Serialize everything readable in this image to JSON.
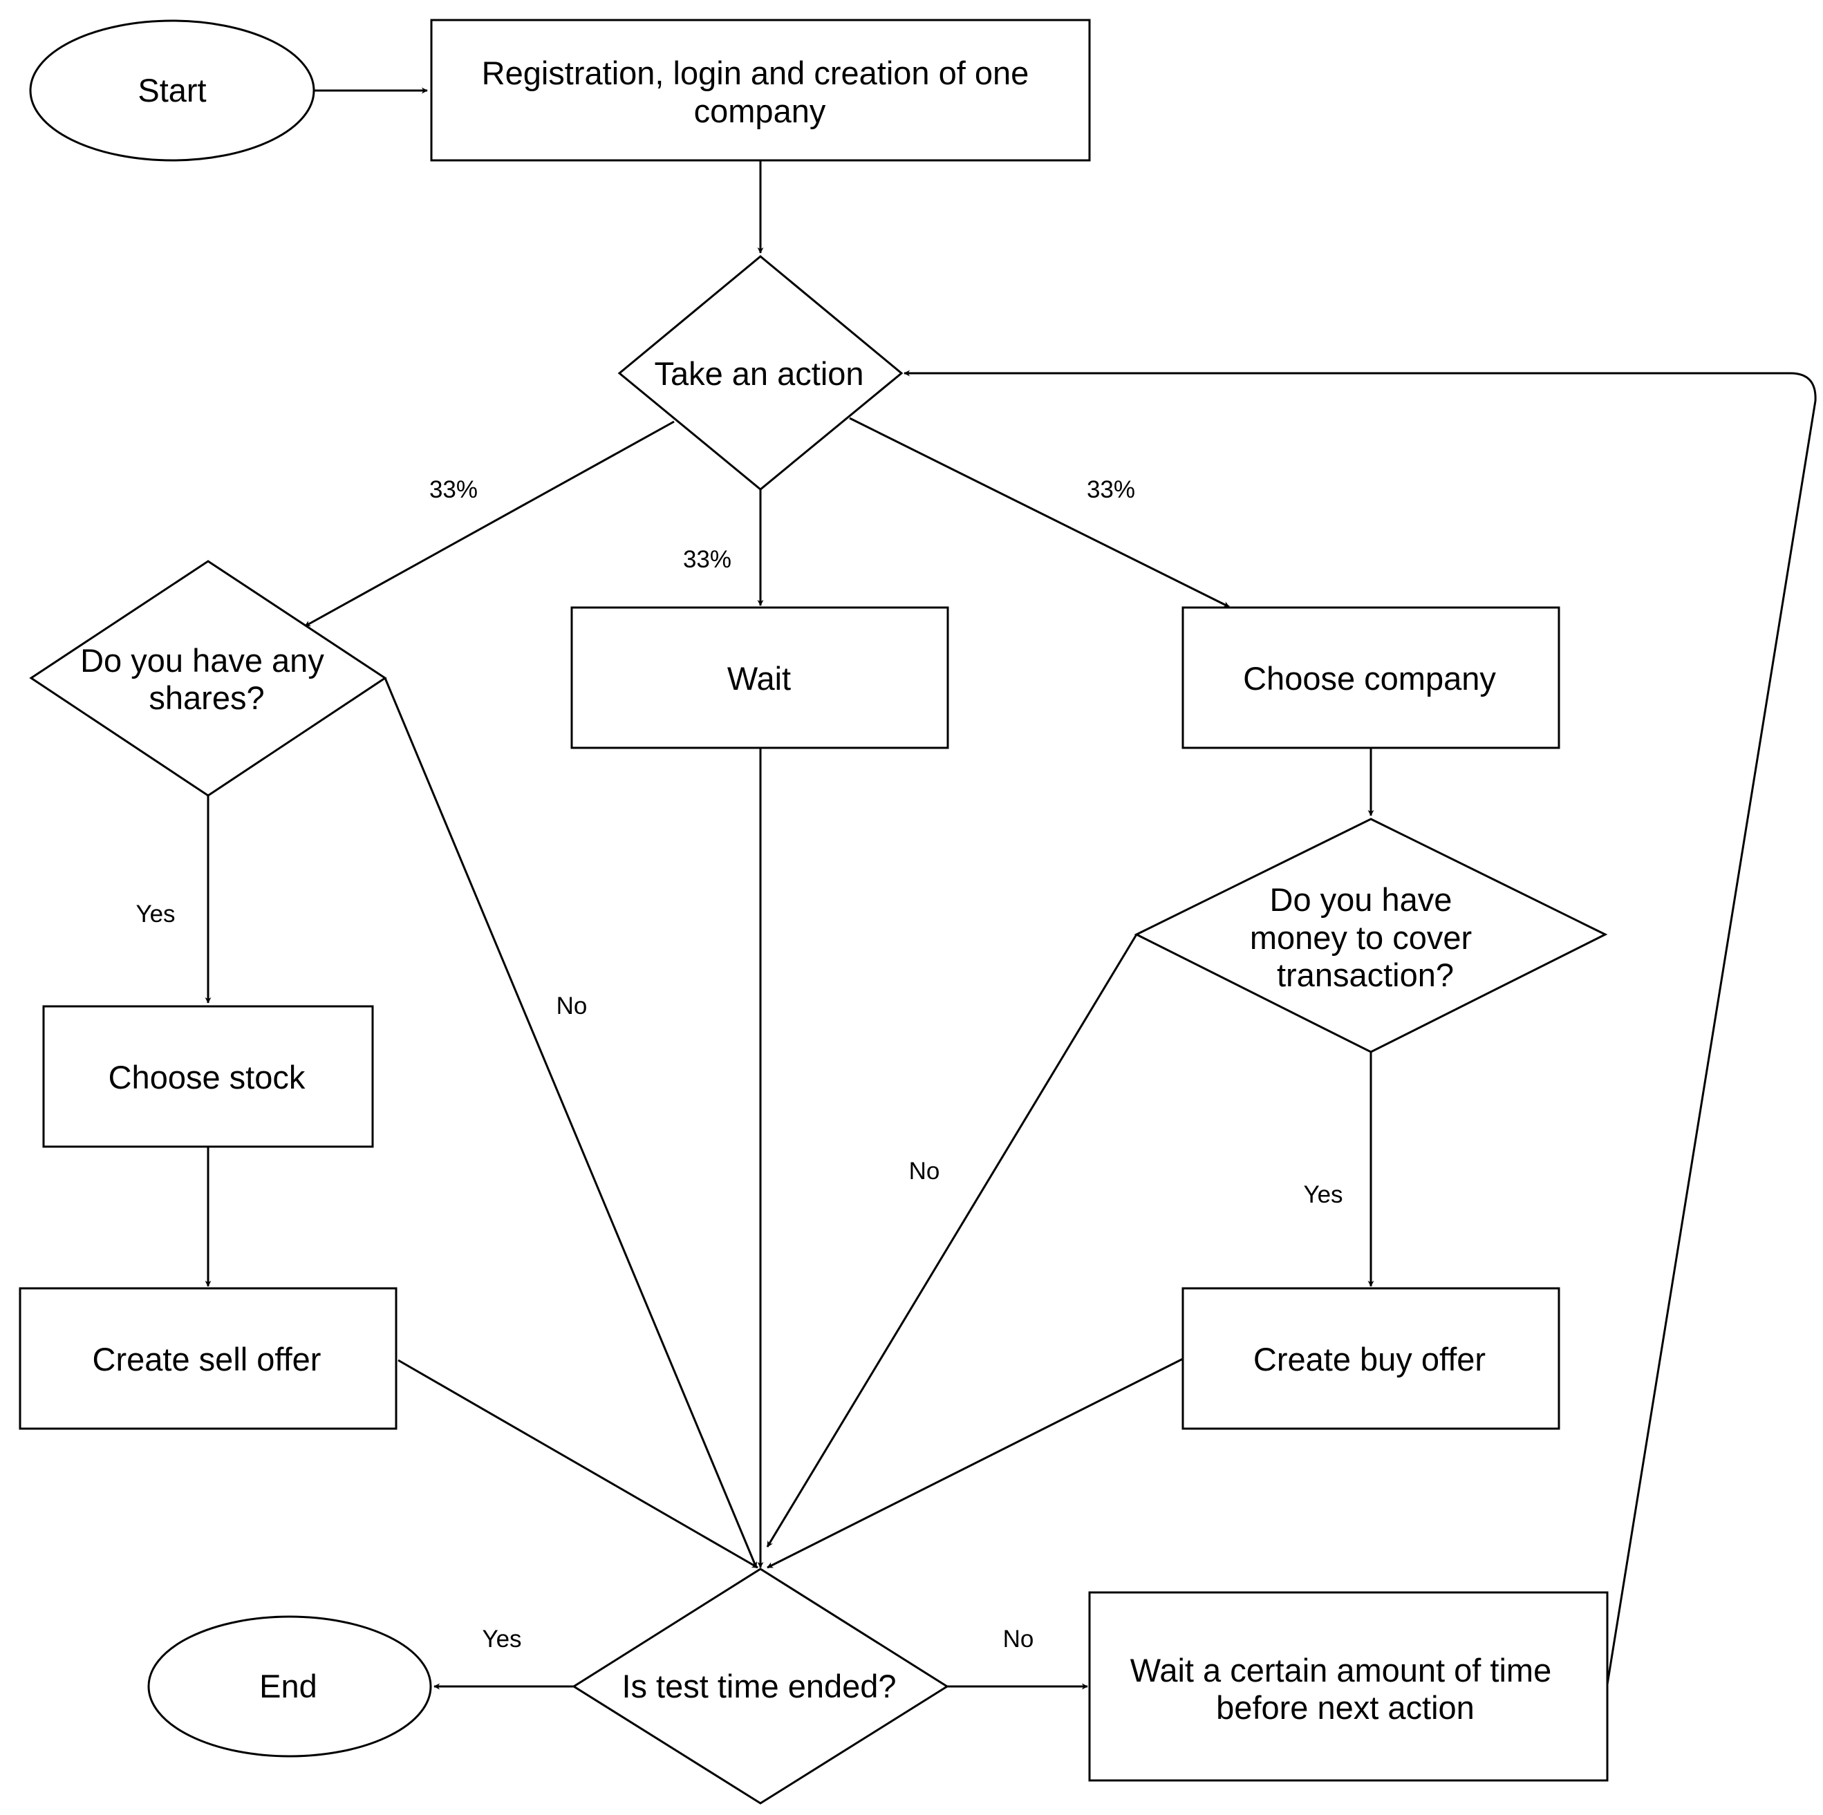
{
  "nodes": {
    "start": "Start",
    "registration": [
      "Registration, login and creation of one",
      "company"
    ],
    "take_action": "Take an action",
    "have_shares": [
      "Do you have any",
      "shares?"
    ],
    "wait": "Wait",
    "choose_company": "Choose company",
    "have_money": [
      "Do you have",
      "money to cover",
      "transaction?"
    ],
    "choose_stock": "Choose stock",
    "create_sell_offer": "Create sell offer",
    "create_buy_offer": "Create buy offer",
    "test_time_ended": "Is test time ended?",
    "end": "End",
    "wait_time": [
      "Wait a certain amount of time",
      "before next action"
    ]
  },
  "edge_labels": {
    "to_shares": "33%",
    "to_wait": "33%",
    "to_company": "33%",
    "shares_yes": "Yes",
    "shares_no": "No",
    "money_no": "No",
    "money_yes": "Yes",
    "ended_yes": "Yes",
    "ended_no": "No"
  }
}
